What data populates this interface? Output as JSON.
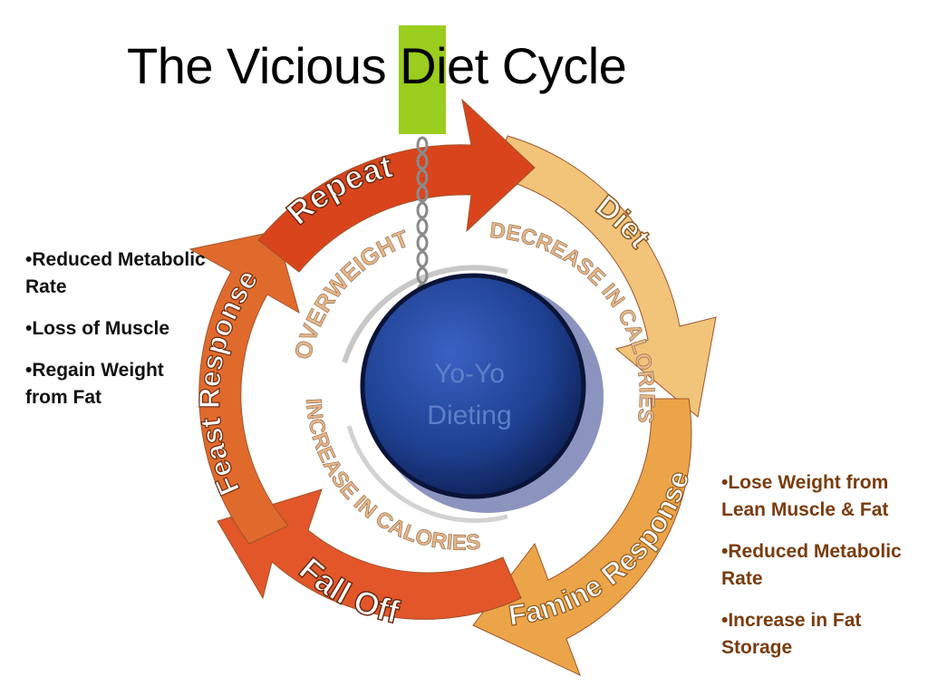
{
  "title": "The Vicious Diet Cycle",
  "colors": {
    "accent_bar": "#9ACD1E",
    "repeat_arrow": "#D9441C",
    "diet_arrow": "#F2C47A",
    "famine_arrow": "#ECA448",
    "falloff_arrow": "#E2562A",
    "feast_arrow": "#E06A2C",
    "ball": "#1E3F8F",
    "ball_text": "#5E7EC8",
    "inner_text": "#E7B588",
    "left_notes_text": "#111111",
    "right_notes_text": "#7A3C0D"
  },
  "cycle": {
    "stages": [
      "Repeat",
      "Diet",
      "Famine Response",
      "Fall Off",
      "Feast Response"
    ],
    "inner_labels": [
      "OVERWEIGHT",
      "DECREASE IN CALORIES",
      "INCREASE IN CALORIES"
    ],
    "center_label_line1": "Yo-Yo",
    "center_label_line2": "Dieting"
  },
  "left_notes": [
    "•Reduced Metabolic Rate",
    "•Loss of Muscle",
    "•Regain Weight from Fat"
  ],
  "right_notes": [
    "•Lose Weight from Lean Muscle & Fat",
    "•Reduced Metabolic Rate",
    "•Increase in Fat Storage"
  ]
}
